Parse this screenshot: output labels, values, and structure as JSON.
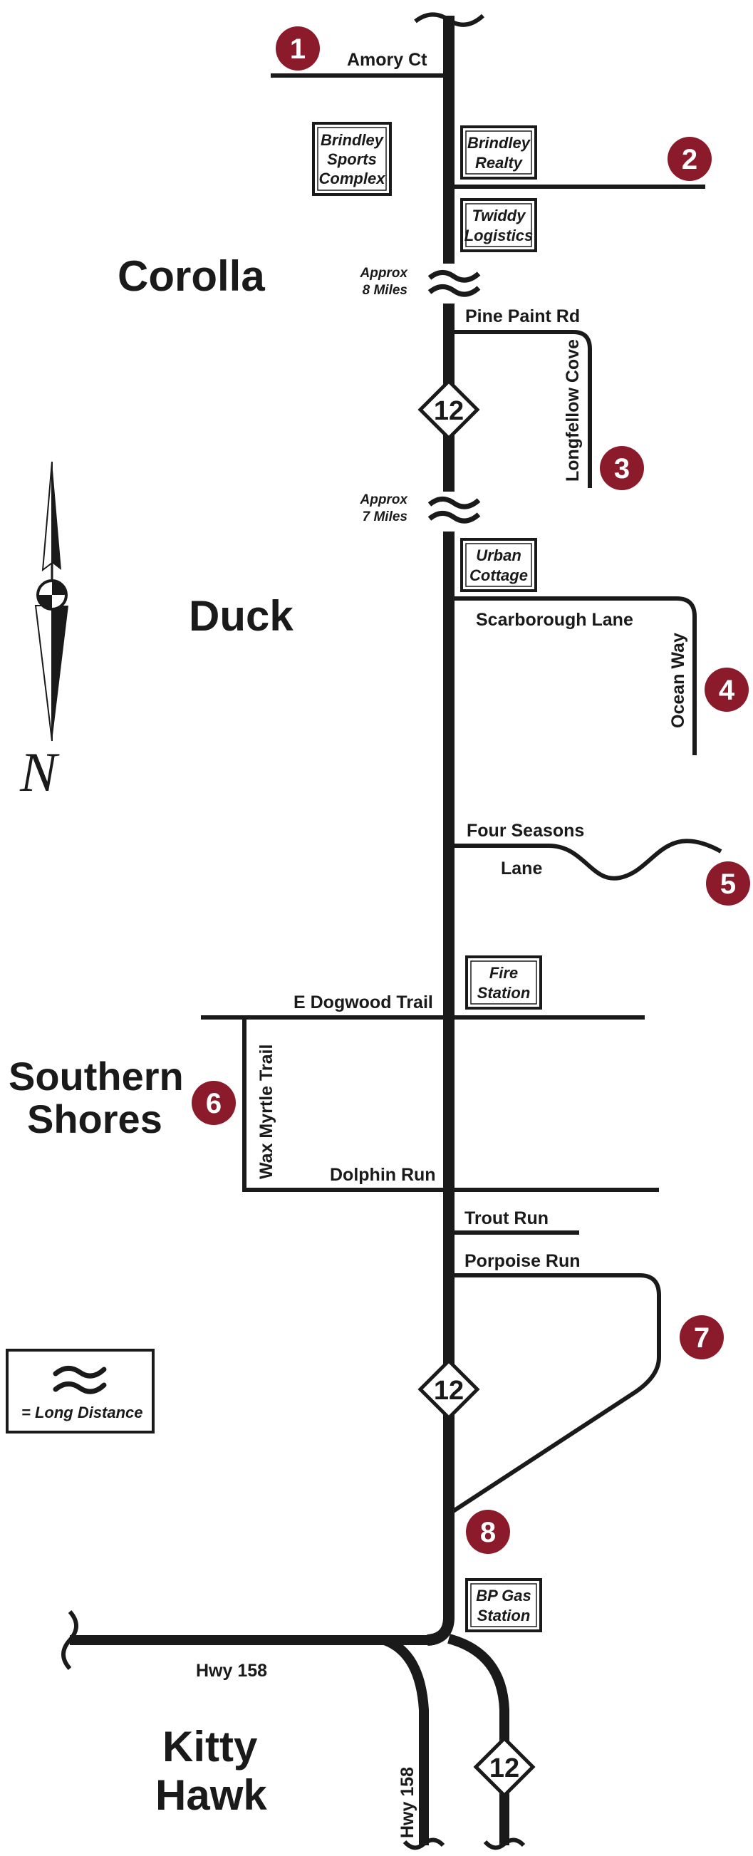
{
  "towns": {
    "corolla": "Corolla",
    "duck": "Duck",
    "southern_shores_1": "Southern",
    "southern_shores_2": "Shores",
    "kitty_hawk_1": "Kitty",
    "kitty_hawk_2": "Hawk"
  },
  "streets": {
    "amory_ct": "Amory Ct",
    "pine_paint_rd": "Pine Paint Rd",
    "longfellow_cove": "Longfellow Cove",
    "scarborough_lane": "Scarborough Lane",
    "ocean_way": "Ocean Way",
    "four_seasons_1": "Four Seasons",
    "four_seasons_2": "Lane",
    "e_dogwood_trail": "E Dogwood Trail",
    "wax_myrtle_trail": "Wax Myrtle Trail",
    "dolphin_run": "Dolphin Run",
    "trout_run": "Trout Run",
    "porpoise_run": "Porpoise Run",
    "hwy_158_horizontal": "Hwy 158",
    "hwy_158_vertical": "Hwy 158"
  },
  "landmarks": {
    "brindley_sports": [
      "Brindley",
      "Sports",
      "Complex"
    ],
    "brindley_realty": [
      "Brindley",
      "Realty"
    ],
    "twiddy_logistics": [
      "Twiddy",
      "Logistics"
    ],
    "urban_cottage": [
      "Urban",
      "Cottage"
    ],
    "fire_station": [
      "Fire",
      "Station"
    ],
    "bp_gas_station": [
      "BP Gas",
      "Station"
    ]
  },
  "distance_notes": {
    "approx_8": [
      "Approx",
      "8 Miles"
    ],
    "approx_7": [
      "Approx",
      "7 Miles"
    ]
  },
  "markers": [
    "1",
    "2",
    "3",
    "4",
    "5",
    "6",
    "7",
    "8"
  ],
  "route_shield": "12",
  "legend": {
    "label": "= Long Distance"
  },
  "compass": {
    "letter": "N"
  },
  "colors": {
    "marker": "#8b1a2b",
    "road": "#1a1a1a"
  }
}
